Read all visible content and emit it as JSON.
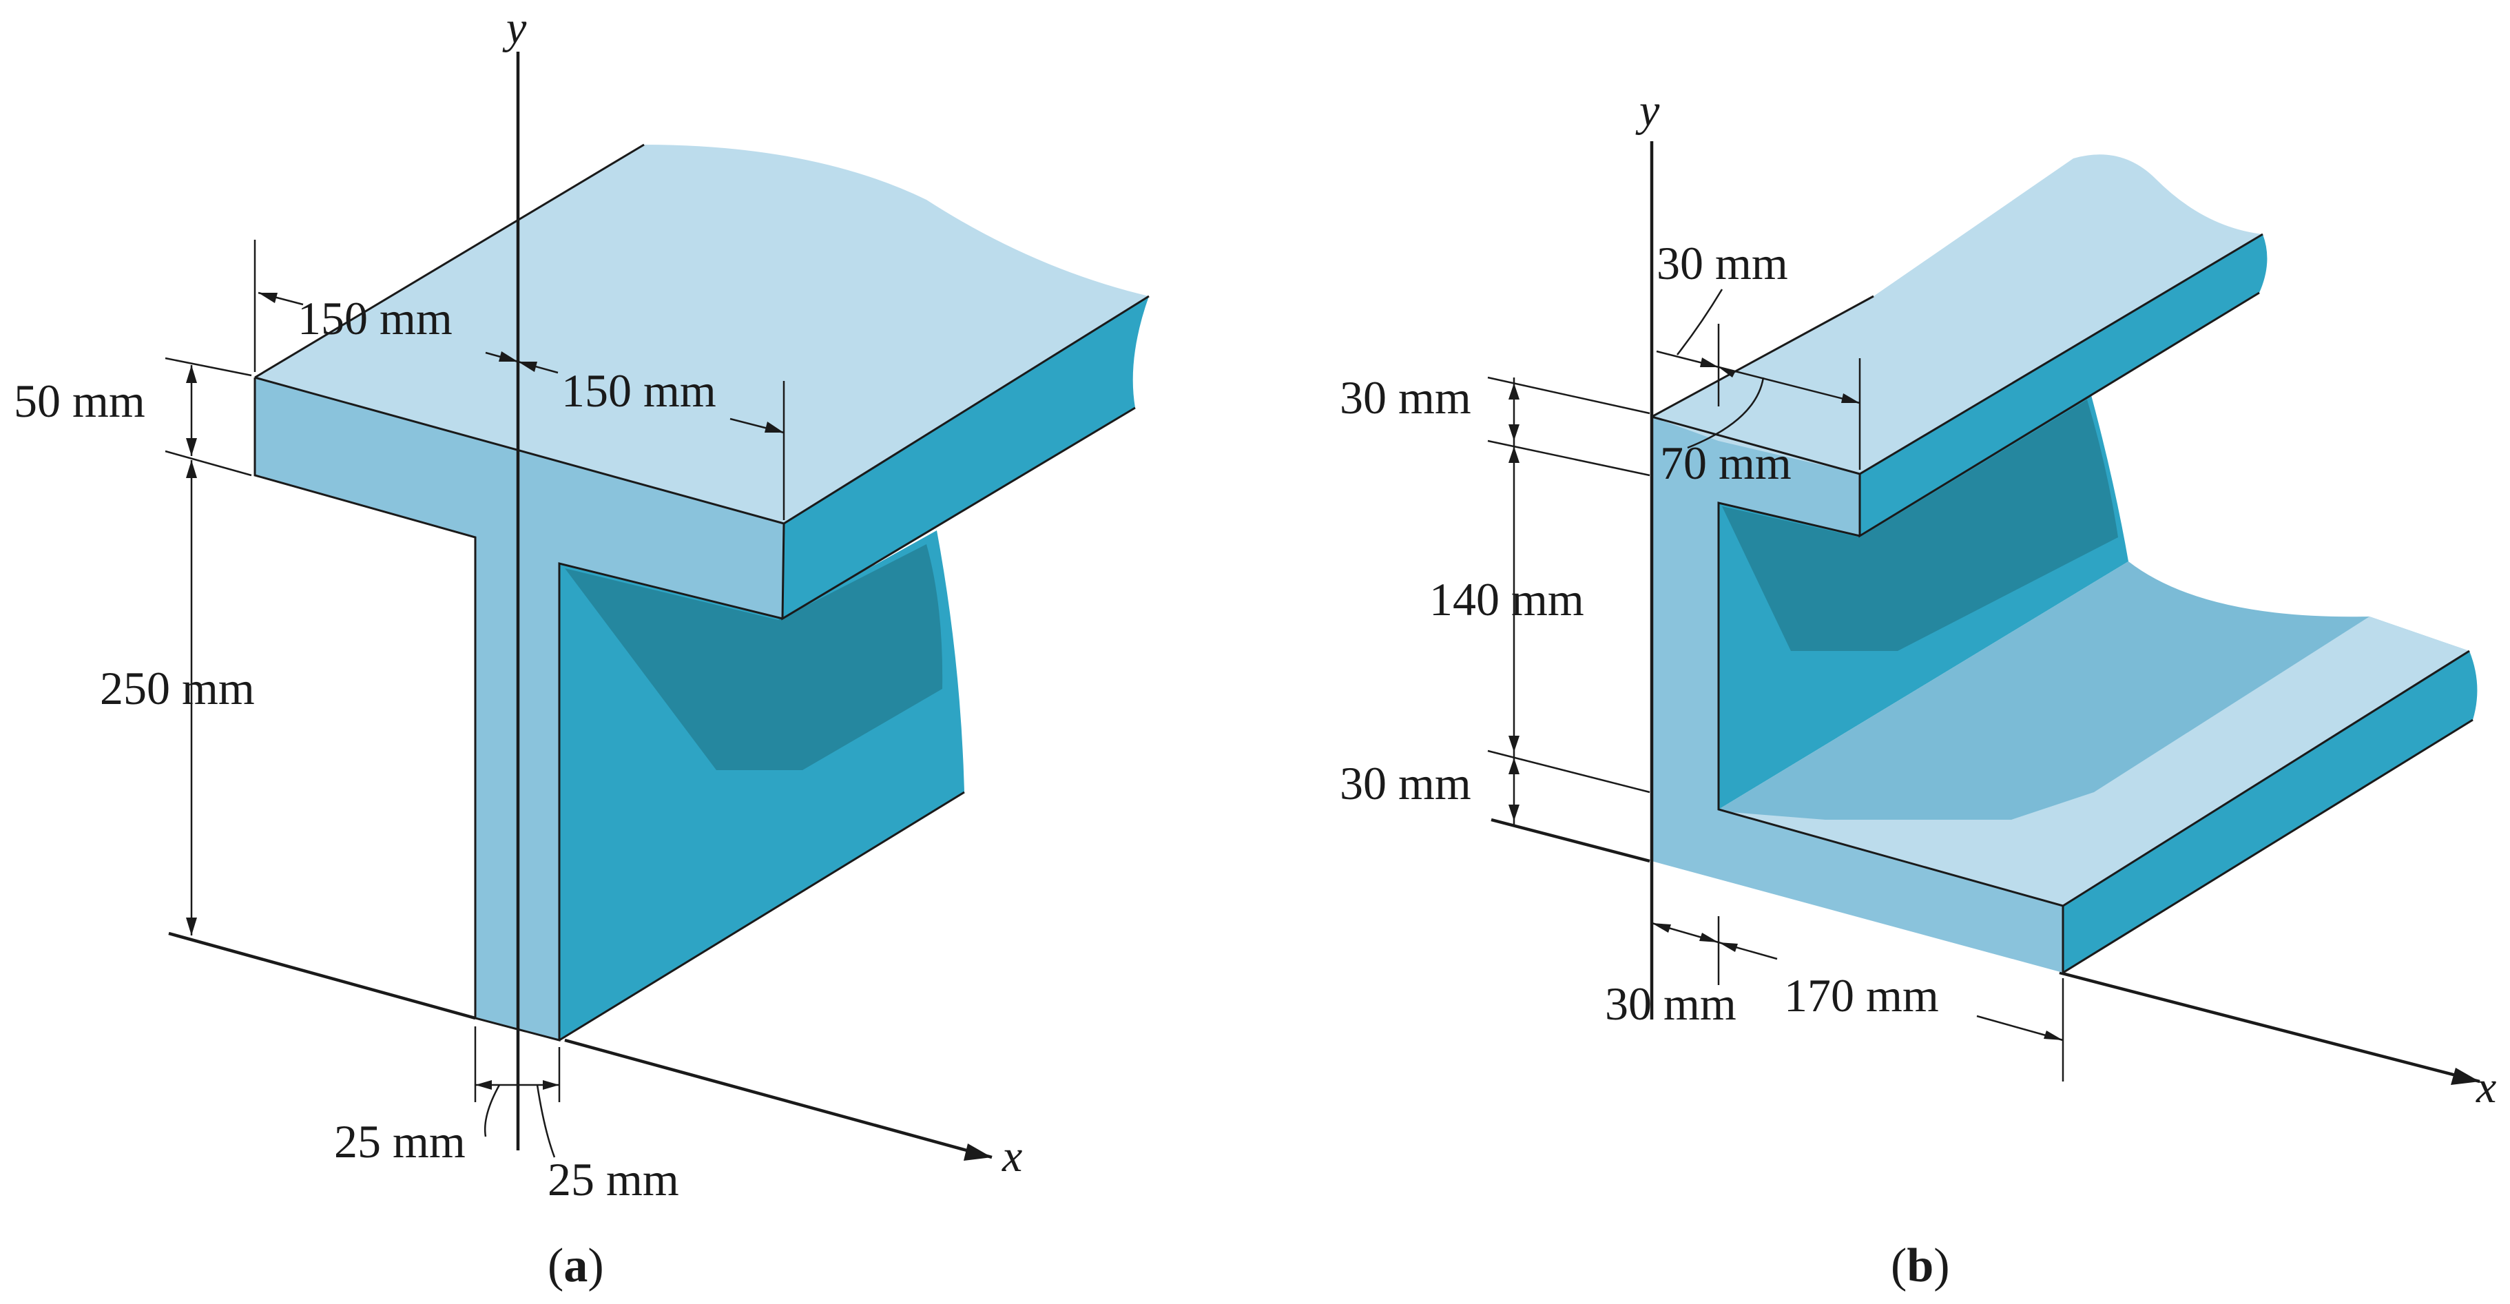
{
  "colors": {
    "top_face": "#bcdcec",
    "front_face": "#8ac3dc",
    "side_face": "#2ea4c4",
    "shadow": "#25879f",
    "inner_floor": "#7bbbd6"
  },
  "figure_a": {
    "caption_open": "(",
    "caption_letter": "a",
    "caption_close": ")",
    "axis_y": "y",
    "axis_x": "x",
    "dims": {
      "flange_left_width": "150 mm",
      "flange_right_width": "150 mm",
      "flange_thickness": "50 mm",
      "web_height": "250 mm",
      "web_left_half": "25 mm",
      "web_right_half": "25 mm"
    }
  },
  "figure_b": {
    "caption_open": "(",
    "caption_letter": "b",
    "caption_close": ")",
    "axis_y": "y",
    "axis_x": "x",
    "dims": {
      "top_lip_offset": "30 mm",
      "top_lip_width": "70 mm",
      "top_flange_thickness": "30 mm",
      "web_clear_height": "140 mm",
      "bottom_flange_thickness": "30 mm",
      "web_thickness": "30 mm",
      "bottom_flange_width": "170 mm"
    }
  }
}
